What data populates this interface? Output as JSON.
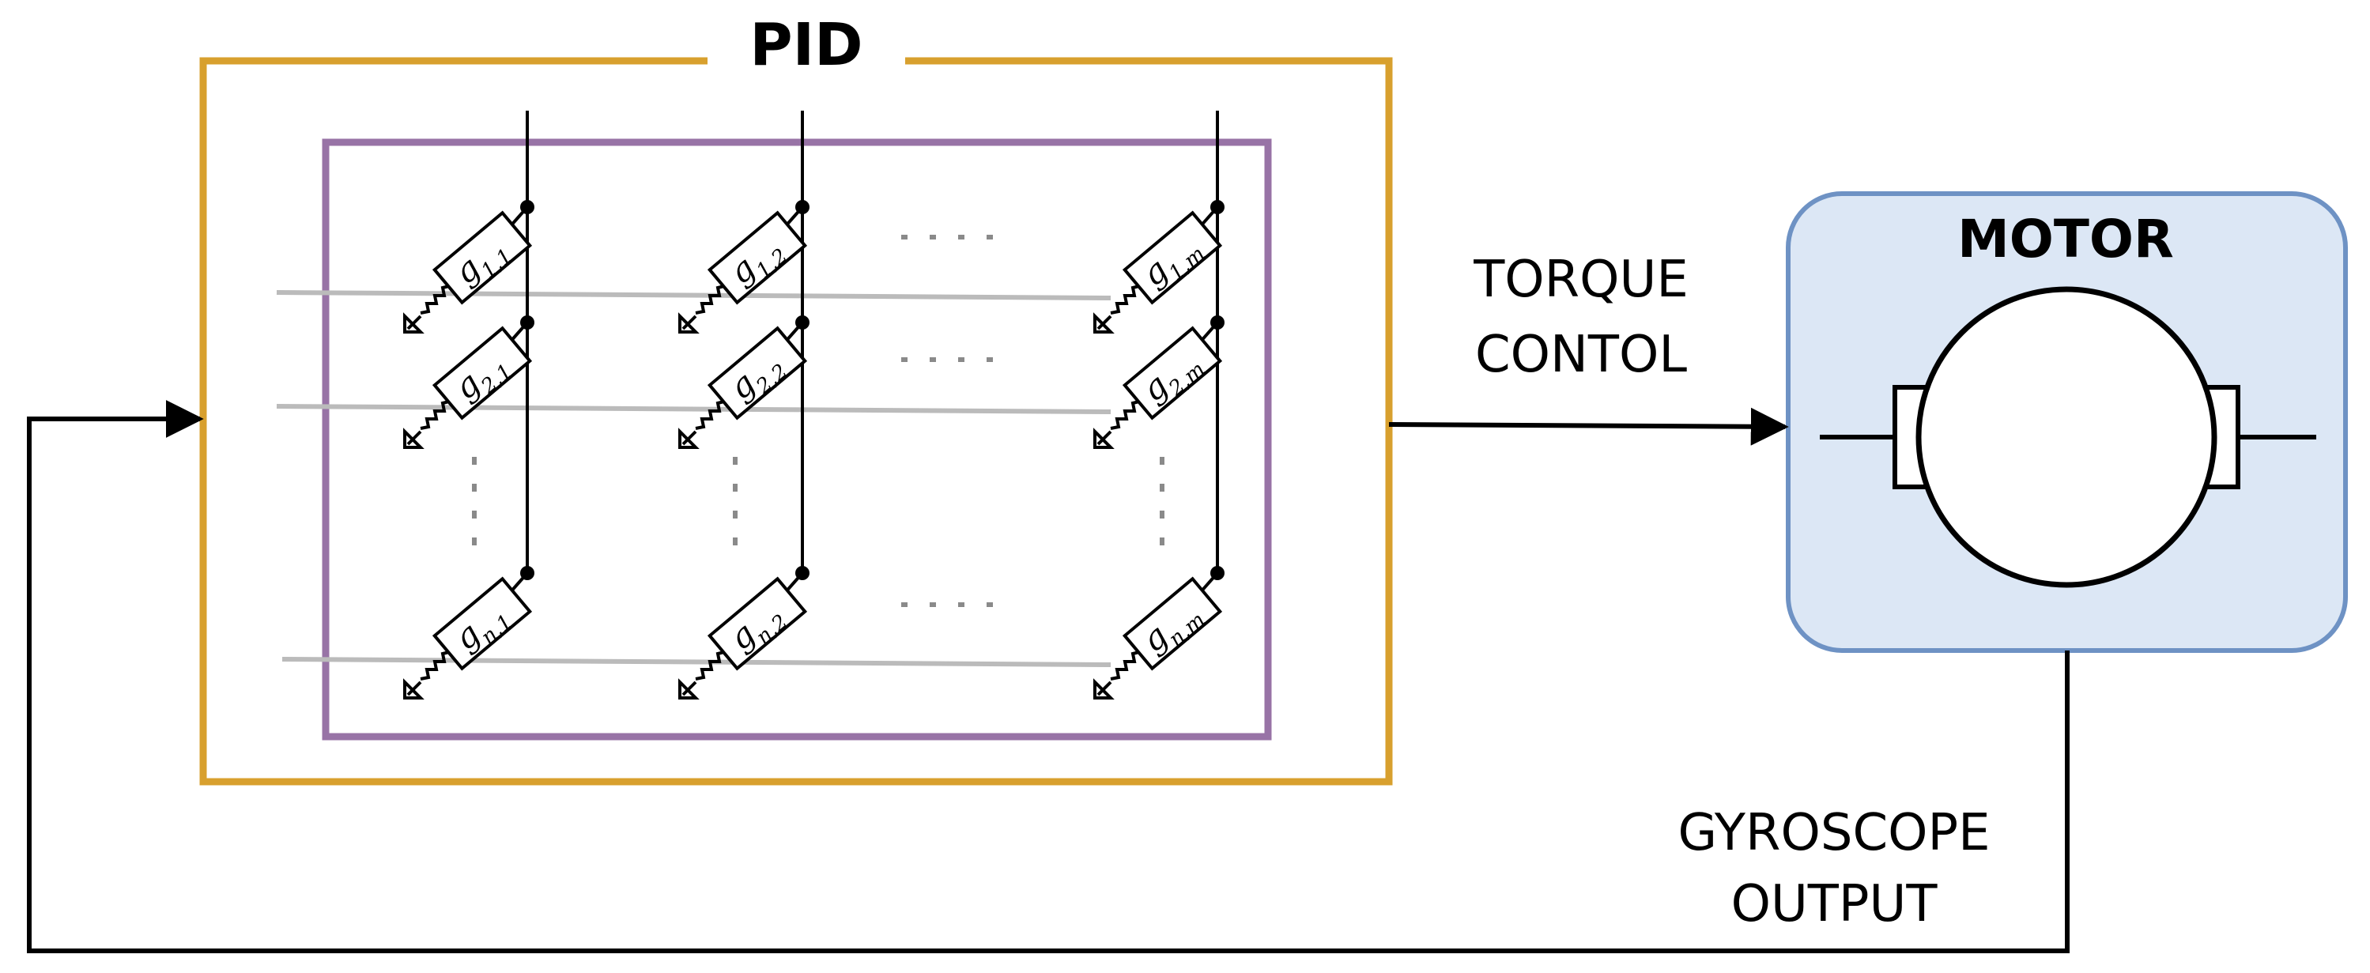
{
  "pid_block": {
    "title": "PID",
    "border_color": "#D8A02E",
    "inner_border_color": "#9873A6"
  },
  "motor_block": {
    "title": "MOTOR",
    "fill_color": "#DCE7F5",
    "border_color": "#6E92C4"
  },
  "signals": {
    "torque_control": [
      "TORQUE",
      "CONTOL"
    ],
    "gyroscope_output": [
      "GYROSCOPE",
      "OUTPUT"
    ]
  },
  "gain_matrix": {
    "rows": [
      {
        "cells": [
          {
            "base": "g",
            "sub": "1,1"
          },
          {
            "base": "g",
            "sub": "1,2"
          },
          {
            "base": "g",
            "sub": "1,m"
          }
        ]
      },
      {
        "cells": [
          {
            "base": "g",
            "sub": "2,1"
          },
          {
            "base": "g",
            "sub": "2,2"
          },
          {
            "base": "g",
            "sub": "2,m"
          }
        ]
      },
      {
        "cells": [
          {
            "base": "g",
            "sub": "n,1"
          },
          {
            "base": "g",
            "sub": "n,2"
          },
          {
            "base": "g",
            "sub": "n,m"
          }
        ]
      }
    ],
    "ellipsis_color": "#8A8A8A",
    "row_line_color": "#BBBBBB"
  }
}
